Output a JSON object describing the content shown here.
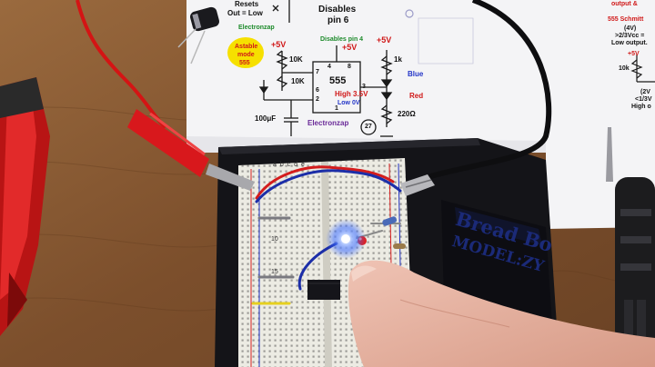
{
  "schematic": {
    "top_left_text": {
      "resets": "Resets",
      "out_low": "Out = Low",
      "electronzap_1": "Electronzap"
    },
    "disables_pin6": {
      "line1": "Disables",
      "line2": "pin 6"
    },
    "astable_badge": {
      "line1": "Astable",
      "line2": "mode",
      "line3": "555"
    },
    "supply_labels": [
      "+5V",
      "+5V",
      "+5V"
    ],
    "disables_pin4": "Disables pin 4",
    "chip_label": "555",
    "pins": [
      "4",
      "8",
      "7",
      "6",
      "2",
      "1",
      "3"
    ],
    "resistors": [
      "10K",
      "10K",
      "1k",
      "220Ω"
    ],
    "capacitor": "100μF",
    "led_labels": {
      "blue": "Blue",
      "red": "Red"
    },
    "output_levels": {
      "high": "High 3.5V",
      "low": "Low 0V"
    },
    "electronzap_2": "Electronzap",
    "page_number": "27",
    "right_sheet": {
      "top": "output &",
      "schmitt": "555 Schmitt",
      "four_v": "(4V)",
      "threshold": ">2/3Vcc =",
      "low_output": "Low output.",
      "plus5v": "+5V",
      "r10k": "10k",
      "two_v": "(2V",
      "lower": "<1/3V",
      "high_out": "High o"
    }
  },
  "breadboard": {
    "columns": "a b c d e",
    "row_10": "10",
    "row_15": "15"
  },
  "board_label": {
    "line1": "Bread Bo",
    "line2": "MODEL:ZY"
  },
  "colors": {
    "wood": "#8a5a34",
    "paper": "#f4f4f6",
    "breadboard": "#ecebe3",
    "base": "#141418",
    "led_blue": "#3a6bff",
    "led_red": "#e02020",
    "wire_red": "#d41c1c",
    "wire_blue": "#1c2ea8",
    "accent_green": "#1c8a2a"
  }
}
